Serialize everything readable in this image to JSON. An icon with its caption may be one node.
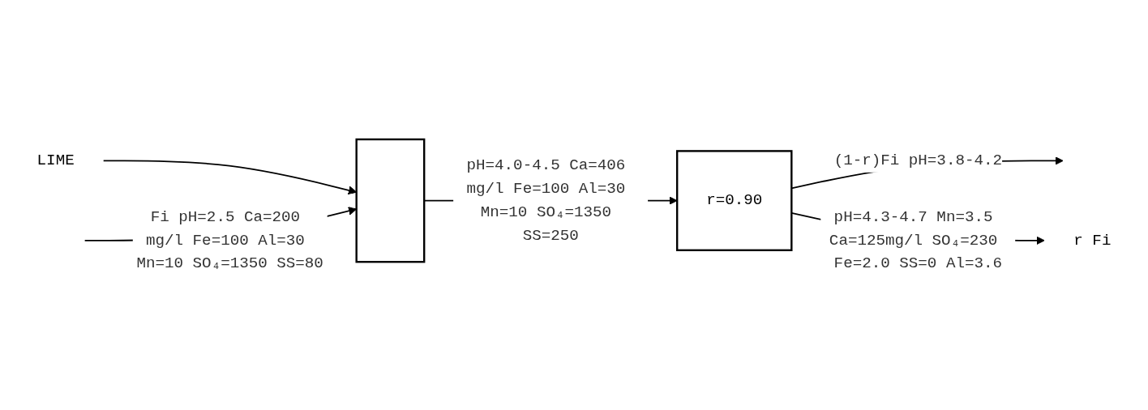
{
  "diagram": {
    "nodes": [
      {
        "text": [
          "LIME"
        ]
      },
      {
        "text": [],
        "shape": "box"
      },
      {
        "text": [
          "r=0.90"
        ]
      },
      {
        "text": [
          "r Fi"
        ]
      }
    ],
    "edges": [
      {
        "from": 0,
        "to": 1,
        "arrow": "to"
      },
      {
        "from": null,
        "to": 1,
        "arrow": "to",
        "label": "Fi pH=2.5 Ca=200 mg/l Fe=100 Al=30 Mn=10 SO₄=1350 SS=80"
      },
      {
        "from": 1,
        "to": 2,
        "arrow": "to",
        "label": "pH=4.0-4.5 Ca=406 mg/l Fe=100 Al=30 Mn=10 SO₄=1350 SS=250"
      },
      {
        "from": 2,
        "to": null,
        "arrow": "to",
        "label": "(1-r)Fi pH=3.8-4.2"
      },
      {
        "from": 2,
        "to": 3,
        "arrow": "to",
        "label": "pH=4.3-4.7 Mn=3.5 Ca=125mg/l SO₄=230 Fe=2.0 SS=0 Al=3.6"
      }
    ]
  }
}
